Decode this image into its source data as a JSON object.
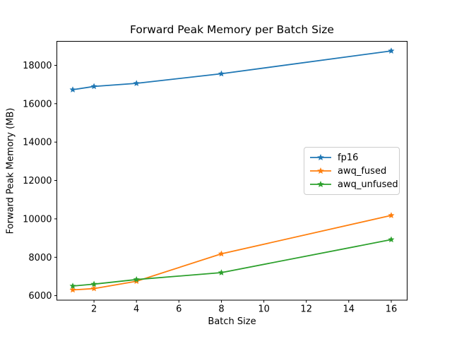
{
  "chart_data": {
    "type": "line",
    "title": "Forward Peak Memory per Batch Size",
    "xlabel": "Batch Size",
    "ylabel": "Forward Peak Memory (MB)",
    "x": [
      1,
      2,
      4,
      8,
      16
    ],
    "series": [
      {
        "name": "fp16",
        "color": "#1f77b4",
        "values": [
          16730,
          16900,
          17060,
          17560,
          18750
        ]
      },
      {
        "name": "awq_fused",
        "color": "#ff7f0e",
        "values": [
          6300,
          6370,
          6750,
          8180,
          10180
        ]
      },
      {
        "name": "awq_unfused",
        "color": "#2ca02c",
        "values": [
          6500,
          6600,
          6840,
          7200,
          8920
        ]
      }
    ],
    "marker": "star",
    "xticks": [
      2,
      4,
      6,
      8,
      10,
      12,
      14,
      16
    ],
    "yticks": [
      6000,
      8000,
      10000,
      12000,
      14000,
      16000,
      18000
    ],
    "xlim": [
      0.25,
      16.75
    ],
    "ylim": [
      5765,
      19250
    ],
    "grid": false,
    "legend_position": "center-right"
  }
}
